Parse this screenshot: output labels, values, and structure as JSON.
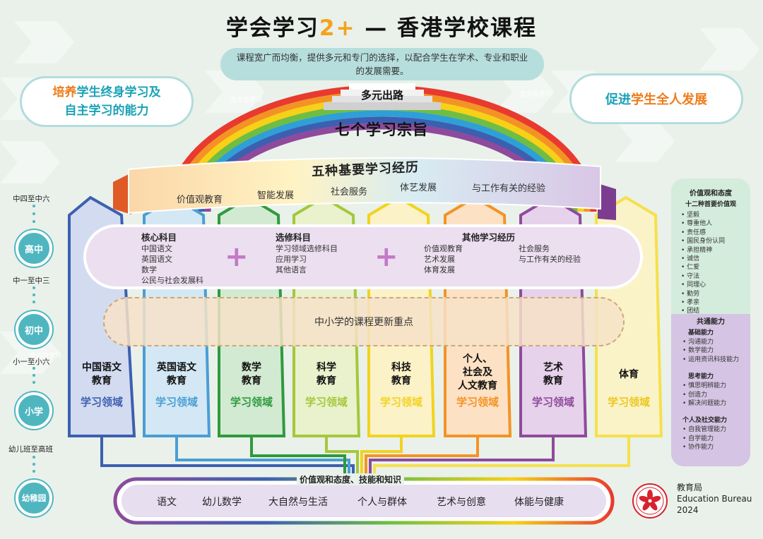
{
  "title": {
    "prefix": "学会学习",
    "num": "2+",
    "suffix": " — 香港学校课程"
  },
  "subtitle": "课程宽广而均衡，提供多元和专门的选择，以配合学生在学术、专业和职业的发展需要。",
  "goal_left": {
    "part1": "培养",
    "part2": "学生终身学习及",
    "part3": "自主学习的能力"
  },
  "goal_right": {
    "part1": "促进",
    "part2": "学生全人发展"
  },
  "ghost_labels": [
    "全方位学习",
    "全方位学习",
    "全方位学习"
  ],
  "multiple_pathways": "多元出路",
  "seven_purposes": "七个学习宗旨",
  "five_experiences": {
    "title": "五种基要学习经历",
    "items": [
      "价值观教育",
      "智能发展",
      "社会服务",
      "体艺发展",
      "与工作有关的经验"
    ]
  },
  "senior": {
    "core": {
      "title": "核心科目",
      "items": [
        "中国语文",
        "英国语文",
        "数学",
        "公民与社会发展科"
      ]
    },
    "elective": {
      "title": "选修科目",
      "items": [
        "学习领域选修科目",
        "应用学习",
        "其他语言"
      ]
    },
    "ole": {
      "title": "其他学习经历",
      "col1": [
        "价值观教育",
        "艺术发展",
        "体育发展"
      ],
      "col2": [
        "社会服务",
        "与工作有关的经验"
      ]
    },
    "plus": "+"
  },
  "reform_focus": "中小学的课程更新重点",
  "klas": [
    {
      "name": "中国语文\n教育",
      "sub": "学习领域",
      "color": "#3d5fb0",
      "fill": "#d3dbf0"
    },
    {
      "name": "英国语文\n教育",
      "sub": "学习领域",
      "color": "#4a9ed4",
      "fill": "#d3e8f4"
    },
    {
      "name": "数学\n教育",
      "sub": "学习领域",
      "color": "#2f9a3e",
      "fill": "#d2ead2"
    },
    {
      "name": "科学\n教育",
      "sub": "学习领域",
      "color": "#a4c83a",
      "fill": "#e9f2cd"
    },
    {
      "name": "科技\n教育",
      "sub": "学习领域",
      "color": "#f2d31f",
      "fill": "#fbf2c7"
    },
    {
      "name": "个人、\n社会及\n人文教育",
      "sub": "学习领域",
      "color": "#f39325",
      "fill": "#fde1c4"
    },
    {
      "name": "艺术\n教育",
      "sub": "学习领域",
      "color": "#8e4a9c",
      "fill": "#e6d2ea"
    },
    {
      "name": "体育",
      "sub": "学习领域",
      "color": "#f6e04b",
      "fill": "#fbf3c8"
    }
  ],
  "stages": [
    {
      "range": "中四至中六",
      "name": "高中"
    },
    {
      "range": "中一至中三",
      "name": "初中"
    },
    {
      "range": "小一至小六",
      "name": "小学"
    },
    {
      "range": "幼儿班至高班",
      "name": "幼稚园"
    }
  ],
  "right_panel": {
    "values_title": "价值观和态度",
    "values_sub": "十二种首要价值观",
    "values": [
      "坚毅",
      "尊重他人",
      "责任感",
      "国民身份认同",
      "承担精神",
      "诚信",
      "仁爱",
      "守法",
      "同理心",
      "勤劳",
      "孝亲",
      "团结"
    ],
    "generic_title": "共通能力",
    "groups": [
      {
        "title": "基础能力",
        "items": [
          "沟通能力",
          "数学能力",
          "运用资讯科技能力"
        ]
      },
      {
        "title": "思考能力",
        "items": [
          "慎思明辨能力",
          "创造力",
          "解决问题能力"
        ]
      },
      {
        "title": "个人及社交能力",
        "items": [
          "自我管理能力",
          "自学能力",
          "协作能力"
        ]
      }
    ]
  },
  "kg_label": "价值观和态度、技能和知识",
  "kg_items": [
    "语文",
    "幼儿数学",
    "大自然与生活",
    "个人与群体",
    "艺术与创意",
    "体能与健康"
  ],
  "edb": {
    "zh": "教育局",
    "en": "Education Bureau",
    "year": "2024"
  },
  "colors": {
    "accent_orange": "#ef7b1a",
    "accent_teal": "#1aa2b6",
    "stage_teal": "#4fb6c0"
  }
}
